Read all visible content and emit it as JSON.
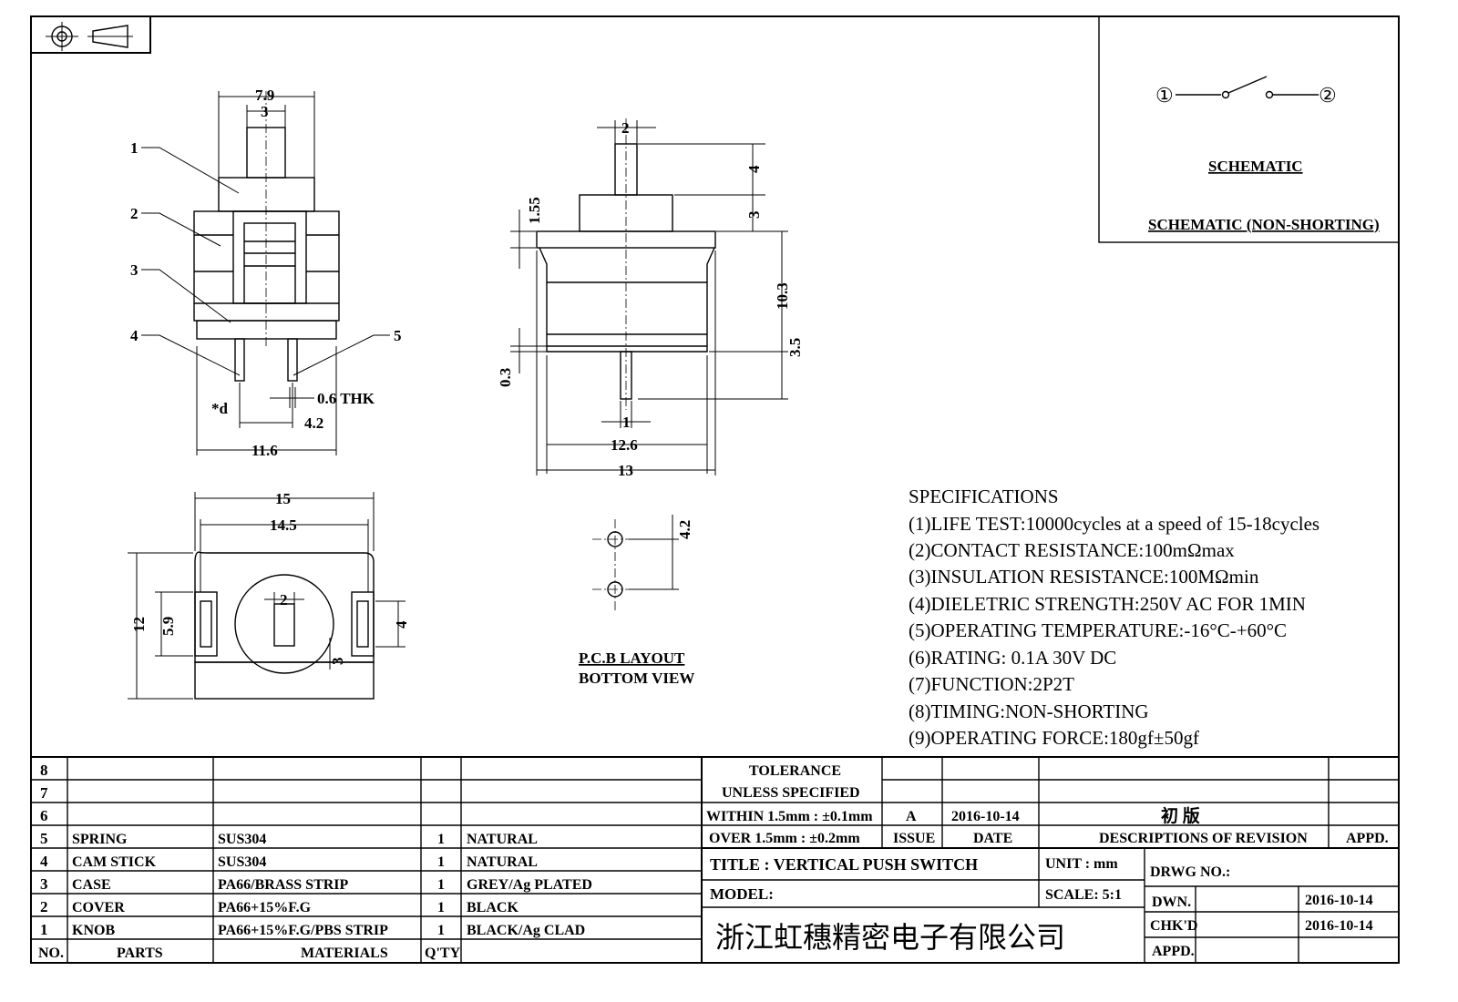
{
  "projection_symbol": "first-angle-projection-icon",
  "front_view": {
    "dims": {
      "width_top": "7.9",
      "knob_width": "3",
      "pin_thk": "0.6 THK",
      "pin_pitch": "4.2",
      "width_total": "11.6",
      "pin_d": "*d"
    },
    "callouts": [
      "1",
      "2",
      "3",
      "4",
      "5"
    ]
  },
  "side_view": {
    "dims": {
      "knob": "2",
      "travel_4": "4",
      "travel_3": "3",
      "flange": "1.55",
      "body": "10.3",
      "pin_len": "3.5",
      "gap": "0.3",
      "pin_w": "1",
      "inner_w": "12.6",
      "outer_w": "13"
    }
  },
  "bottom_view": {
    "dims": {
      "outer": "15",
      "inner": "14.5",
      "height": "12",
      "slot": "5.9",
      "knob": "2",
      "knob_h": "3",
      "slot_r": "4"
    }
  },
  "pcb_layout": {
    "pitch": "4.2",
    "title": "P.C.B LAYOUT",
    "subtitle": "BOTTOM VIEW"
  },
  "schematic": {
    "pin1": "①",
    "pin2": "②",
    "label": "SCHEMATIC",
    "caption": "SCHEMATIC (NON-SHORTING)"
  },
  "specifications": {
    "title": "SPECIFICATIONS",
    "items": [
      "(1)LIFE TEST:10000cycles at a speed of 15-18cycles",
      "(2)CONTACT RESISTANCE:100mΩmax",
      "(3)INSULATION RESISTANCE:100MΩmin",
      "(4)DIELETRIC STRENGTH:250V AC FOR 1MIN",
      "(5)OPERATING TEMPERATURE:-16°C-+60°C",
      "(6)RATING: 0.1A 30V DC",
      "(7)FUNCTION:2P2T",
      "(8)TIMING:NON-SHORTING",
      "(9)OPERATING FORCE:180gf±50gf"
    ]
  },
  "bom": {
    "headers": {
      "no": "NO.",
      "parts": "PARTS",
      "materials": "MATERIALS",
      "qty": "Q'TY"
    },
    "rows": [
      {
        "no": "8",
        "part": "",
        "material": "",
        "qty": "",
        "finish": ""
      },
      {
        "no": "7",
        "part": "",
        "material": "",
        "qty": "",
        "finish": ""
      },
      {
        "no": "6",
        "part": "",
        "material": "",
        "qty": "",
        "finish": ""
      },
      {
        "no": "5",
        "part": "SPRING",
        "material": "SUS304",
        "qty": "1",
        "finish": "NATURAL"
      },
      {
        "no": "4",
        "part": "CAM STICK",
        "material": "SUS304",
        "qty": "1",
        "finish": "NATURAL"
      },
      {
        "no": "3",
        "part": "CASE",
        "material": "PA66/BRASS STRIP",
        "qty": "1",
        "finish": "GREY/Ag PLATED"
      },
      {
        "no": "2",
        "part": "COVER",
        "material": "PA66+15%F.G",
        "qty": "1",
        "finish": "BLACK"
      },
      {
        "no": "1",
        "part": "KNOB",
        "material": "PA66+15%F.G/PBS STRIP",
        "qty": "1",
        "finish": "BLACK/Ag CLAD"
      }
    ]
  },
  "title_block": {
    "tolerance_1": "TOLERANCE",
    "tolerance_2": "UNLESS SPECIFIED",
    "within": "WITHIN 1.5mm : ±0.1mm",
    "over": "OVER 1.5mm : ±0.2mm",
    "revision": {
      "issue": "A",
      "date": "2016-10-14",
      "description": "初 版"
    },
    "rev_headers": {
      "issue": "ISSUE",
      "date": "DATE",
      "desc": "DESCRIPTIONS OF REVISION",
      "appd": "APPD."
    },
    "title": "TITLE :  VERTICAL PUSH SWITCH",
    "unit": "UNIT :  mm",
    "model": "MODEL:",
    "scale": "SCALE:  5:1",
    "drwg_no": "DRWG NO.:",
    "dwn": "DWN.",
    "dwn_date": "2016-10-14",
    "chkd": "CHK'D",
    "chkd_date": "2016-10-14",
    "appd": "APPD.",
    "company": "浙江虹穗精密电子有限公司"
  }
}
